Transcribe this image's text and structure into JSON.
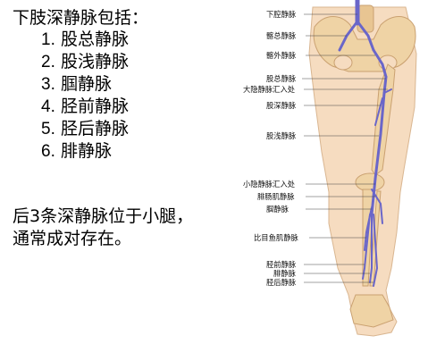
{
  "heading": "下肢深静脉包括：",
  "items": [
    {
      "num": "1.",
      "text": "股总静脉"
    },
    {
      "num": "2.",
      "text": "股浅静脉"
    },
    {
      "num": "3.",
      "text": "腘静脉"
    },
    {
      "num": "4.",
      "text": "胫前静脉"
    },
    {
      "num": "5.",
      "text": "胫后静脉"
    },
    {
      "num": "6.",
      "text": "腓静脉"
    }
  ],
  "note": "后3条深静脉位于小腿，通常成对存在。",
  "labels": {
    "l1": "下腔静脉",
    "l2": "髂总静脉",
    "l3": "髂外静脉",
    "l4": "股总静脉",
    "l5": "大隐静脉汇入处",
    "l6": "股深静脉",
    "l7": "股浅静脉",
    "l8": "小隐静脉汇入处",
    "l9": "腓肠肌静脉",
    "l10": "腘静脉",
    "l11": "比目鱼肌静脉",
    "l12": "胫前静脉",
    "l13": "腓静脉",
    "l14": "胫后静脉"
  },
  "colors": {
    "vein": "#6a66c9",
    "bone": "#efd3a5",
    "leg": "#f6dcc0"
  }
}
